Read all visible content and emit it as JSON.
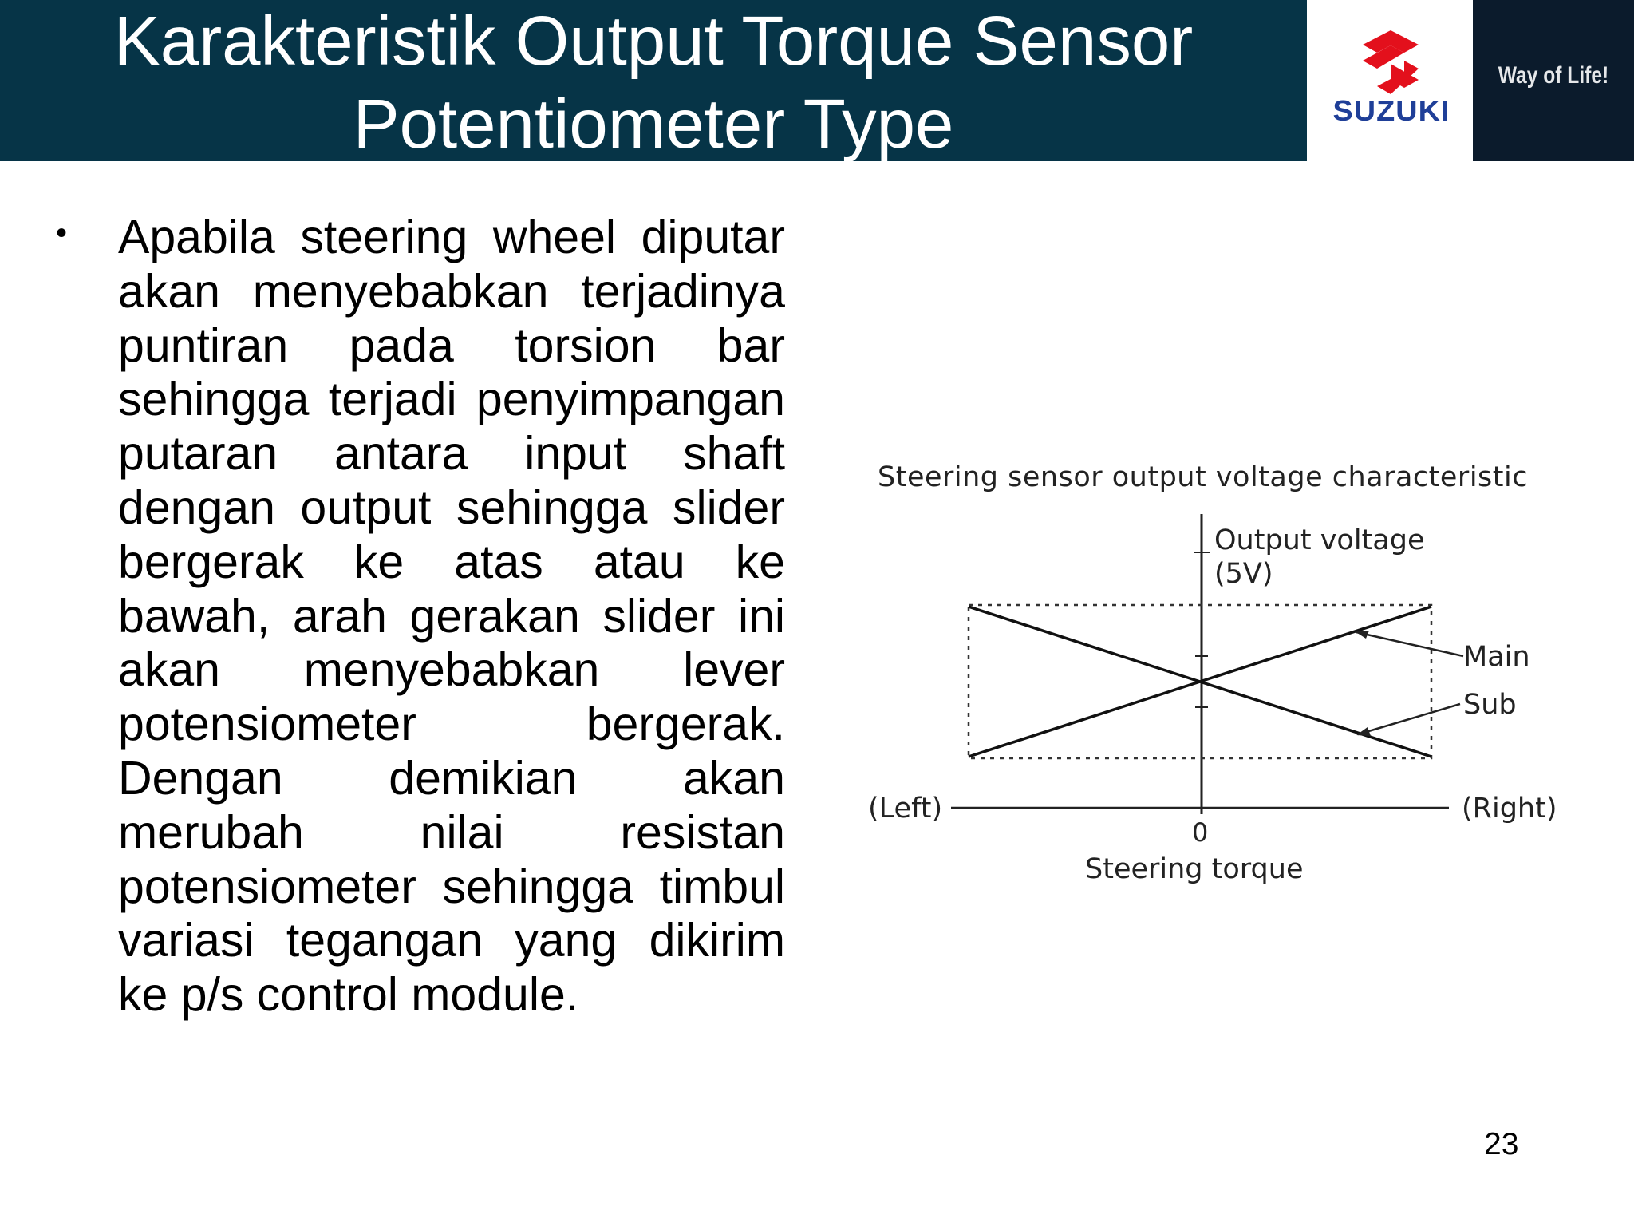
{
  "header": {
    "title_line1": "Karakteristik Output Torque Sensor",
    "title_line2": "Potentiometer Type",
    "logo_text": "SUZUKI",
    "tagline": "Way of Life!",
    "header_color": "#063447",
    "logo_red": "#e3101c",
    "logo_blue": "#1f3f98"
  },
  "body": {
    "bullet": "•",
    "paragraph": "Apabila steering wheel diputar akan menyebabkan terjadinya puntiran pada torsion bar sehingga terjadi penyimpangan putaran antara input shaft dengan output sehingga slider bergerak ke atas atau ke bawah, arah gerakan slider ini akan menyebabkan lever potensiometer bergerak. Dengan demikian akan merubah nilai resistan potensiometer sehingga timbul variasi tegangan yang dikirim ke p/s control module."
  },
  "figure": {
    "title": "Steering sensor output voltage characteristic",
    "y_label_line1": "Output voltage",
    "y_label_line2": "(5V)",
    "x_label": "Steering torque",
    "x_left": "(Left)",
    "x_right": "(Right)",
    "origin": "0",
    "label_main": "Main",
    "label_sub": "Sub"
  },
  "footer": {
    "page_number": "23"
  }
}
